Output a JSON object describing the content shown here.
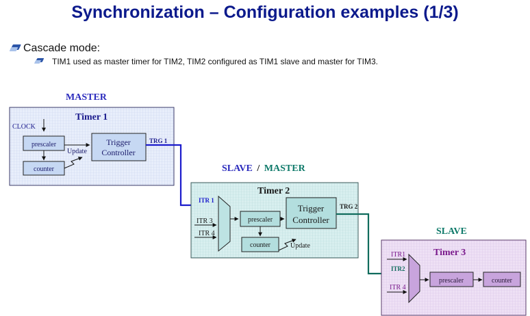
{
  "title": "Synchronization – Configuration examples (1/3)",
  "bullets": {
    "level1": "Cascade mode:",
    "level2": "TIM1 used as master timer for TIM2, TIM2 configured as TIM1 slave and master for TIM3."
  },
  "roles": {
    "master": "MASTER",
    "slave_part": "SLAVE",
    "separator": "/",
    "master_part": "MASTER",
    "slave": "SLAVE"
  },
  "timer1": {
    "name": "Timer 1",
    "clock": "CLOCK",
    "prescaler": "prescaler",
    "counter": "counter",
    "update": "Update",
    "trigger_line1": "Trigger",
    "trigger_line2": "Controller",
    "output": "TRG 1"
  },
  "timer2": {
    "name": "Timer 2",
    "itr1": "ITR 1",
    "itr3": "ITR 3",
    "itr4": "ITR 4",
    "prescaler": "prescaler",
    "counter": "counter",
    "update": "Update",
    "trigger_line1": "Trigger",
    "trigger_line2": "Controller",
    "output": "TRG 2"
  },
  "timer3": {
    "name": "Timer 3",
    "itr1": "ITR1",
    "itr2": "ITR2",
    "itr4": "ITR 4",
    "prescaler": "prescaler",
    "counter": "counter"
  },
  "colors": {
    "title": "#0c1a8c",
    "master": "#2b2bbd",
    "slave_master_teal": "#0f7a6a",
    "timer1_fill": "#e6edfb",
    "timer2_fill": "#d5eeee",
    "timer3_fill": "#eadcf3",
    "link_blue": "#1a1acc",
    "link_teal": "#0f6b5c"
  }
}
